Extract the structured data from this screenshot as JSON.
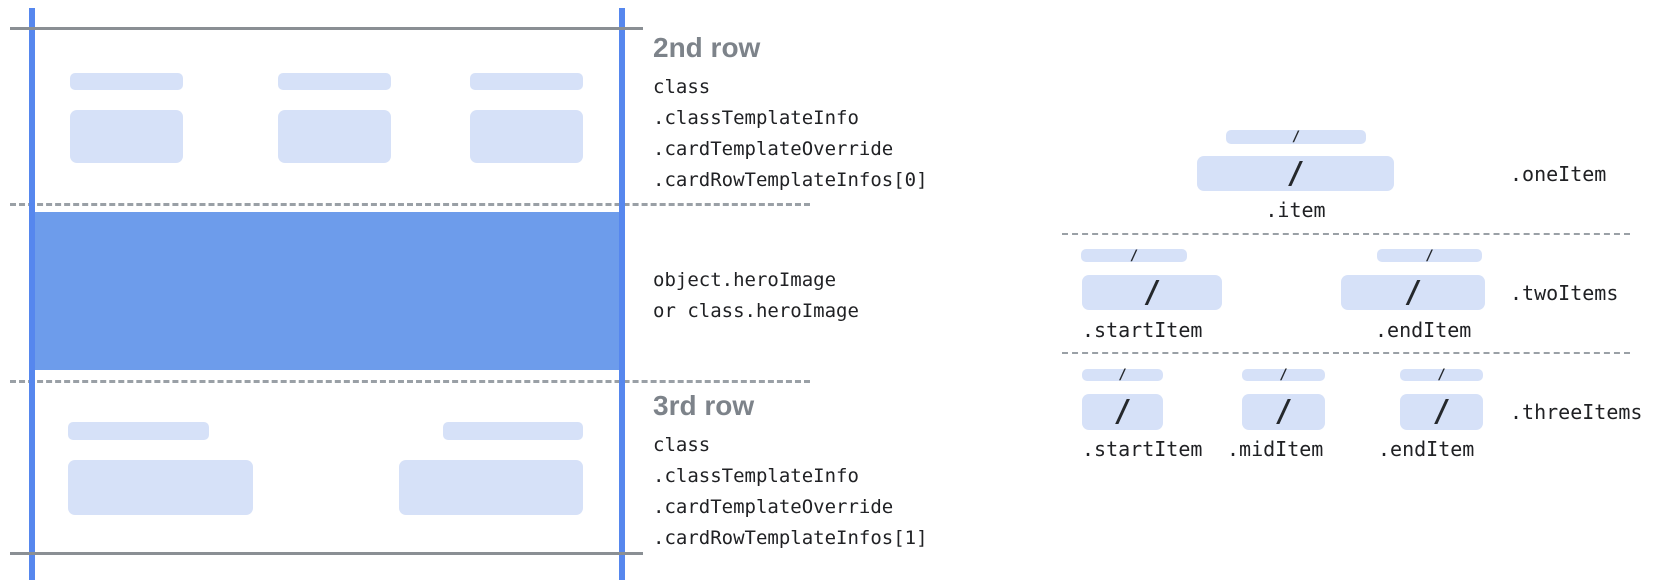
{
  "colors": {
    "accent_blue": "#5687ee",
    "hero_blue": "#6d9ceb",
    "bar_blue": "#d6e1f8",
    "line_gray": "#8a8f94",
    "dash_gray": "#9aa0a6",
    "heading_gray": "#7d838a",
    "text_dark": "#202124"
  },
  "card": {
    "second_row_label": "2nd row",
    "second_row_code": [
      "class",
      ".classTemplateInfo",
      ".cardTemplateOverride",
      ".cardRowTemplateInfos[0]"
    ],
    "hero_code": [
      "object.heroImage",
      "or class.heroImage"
    ],
    "third_row_label": "3rd row",
    "third_row_code": [
      "class",
      ".classTemplateInfo",
      ".cardTemplateOverride",
      ".cardRowTemplateInfos[1]"
    ]
  },
  "items_diagram": {
    "slash": "/",
    "rows": [
      {
        "label": ".oneItem",
        "item_labels": [
          ".item"
        ]
      },
      {
        "label": ".twoItems",
        "item_labels": [
          ".startItem",
          ".endItem"
        ]
      },
      {
        "label": ".threeItems",
        "item_labels": [
          ".startItem",
          ".midItem",
          ".endItem"
        ]
      }
    ]
  }
}
